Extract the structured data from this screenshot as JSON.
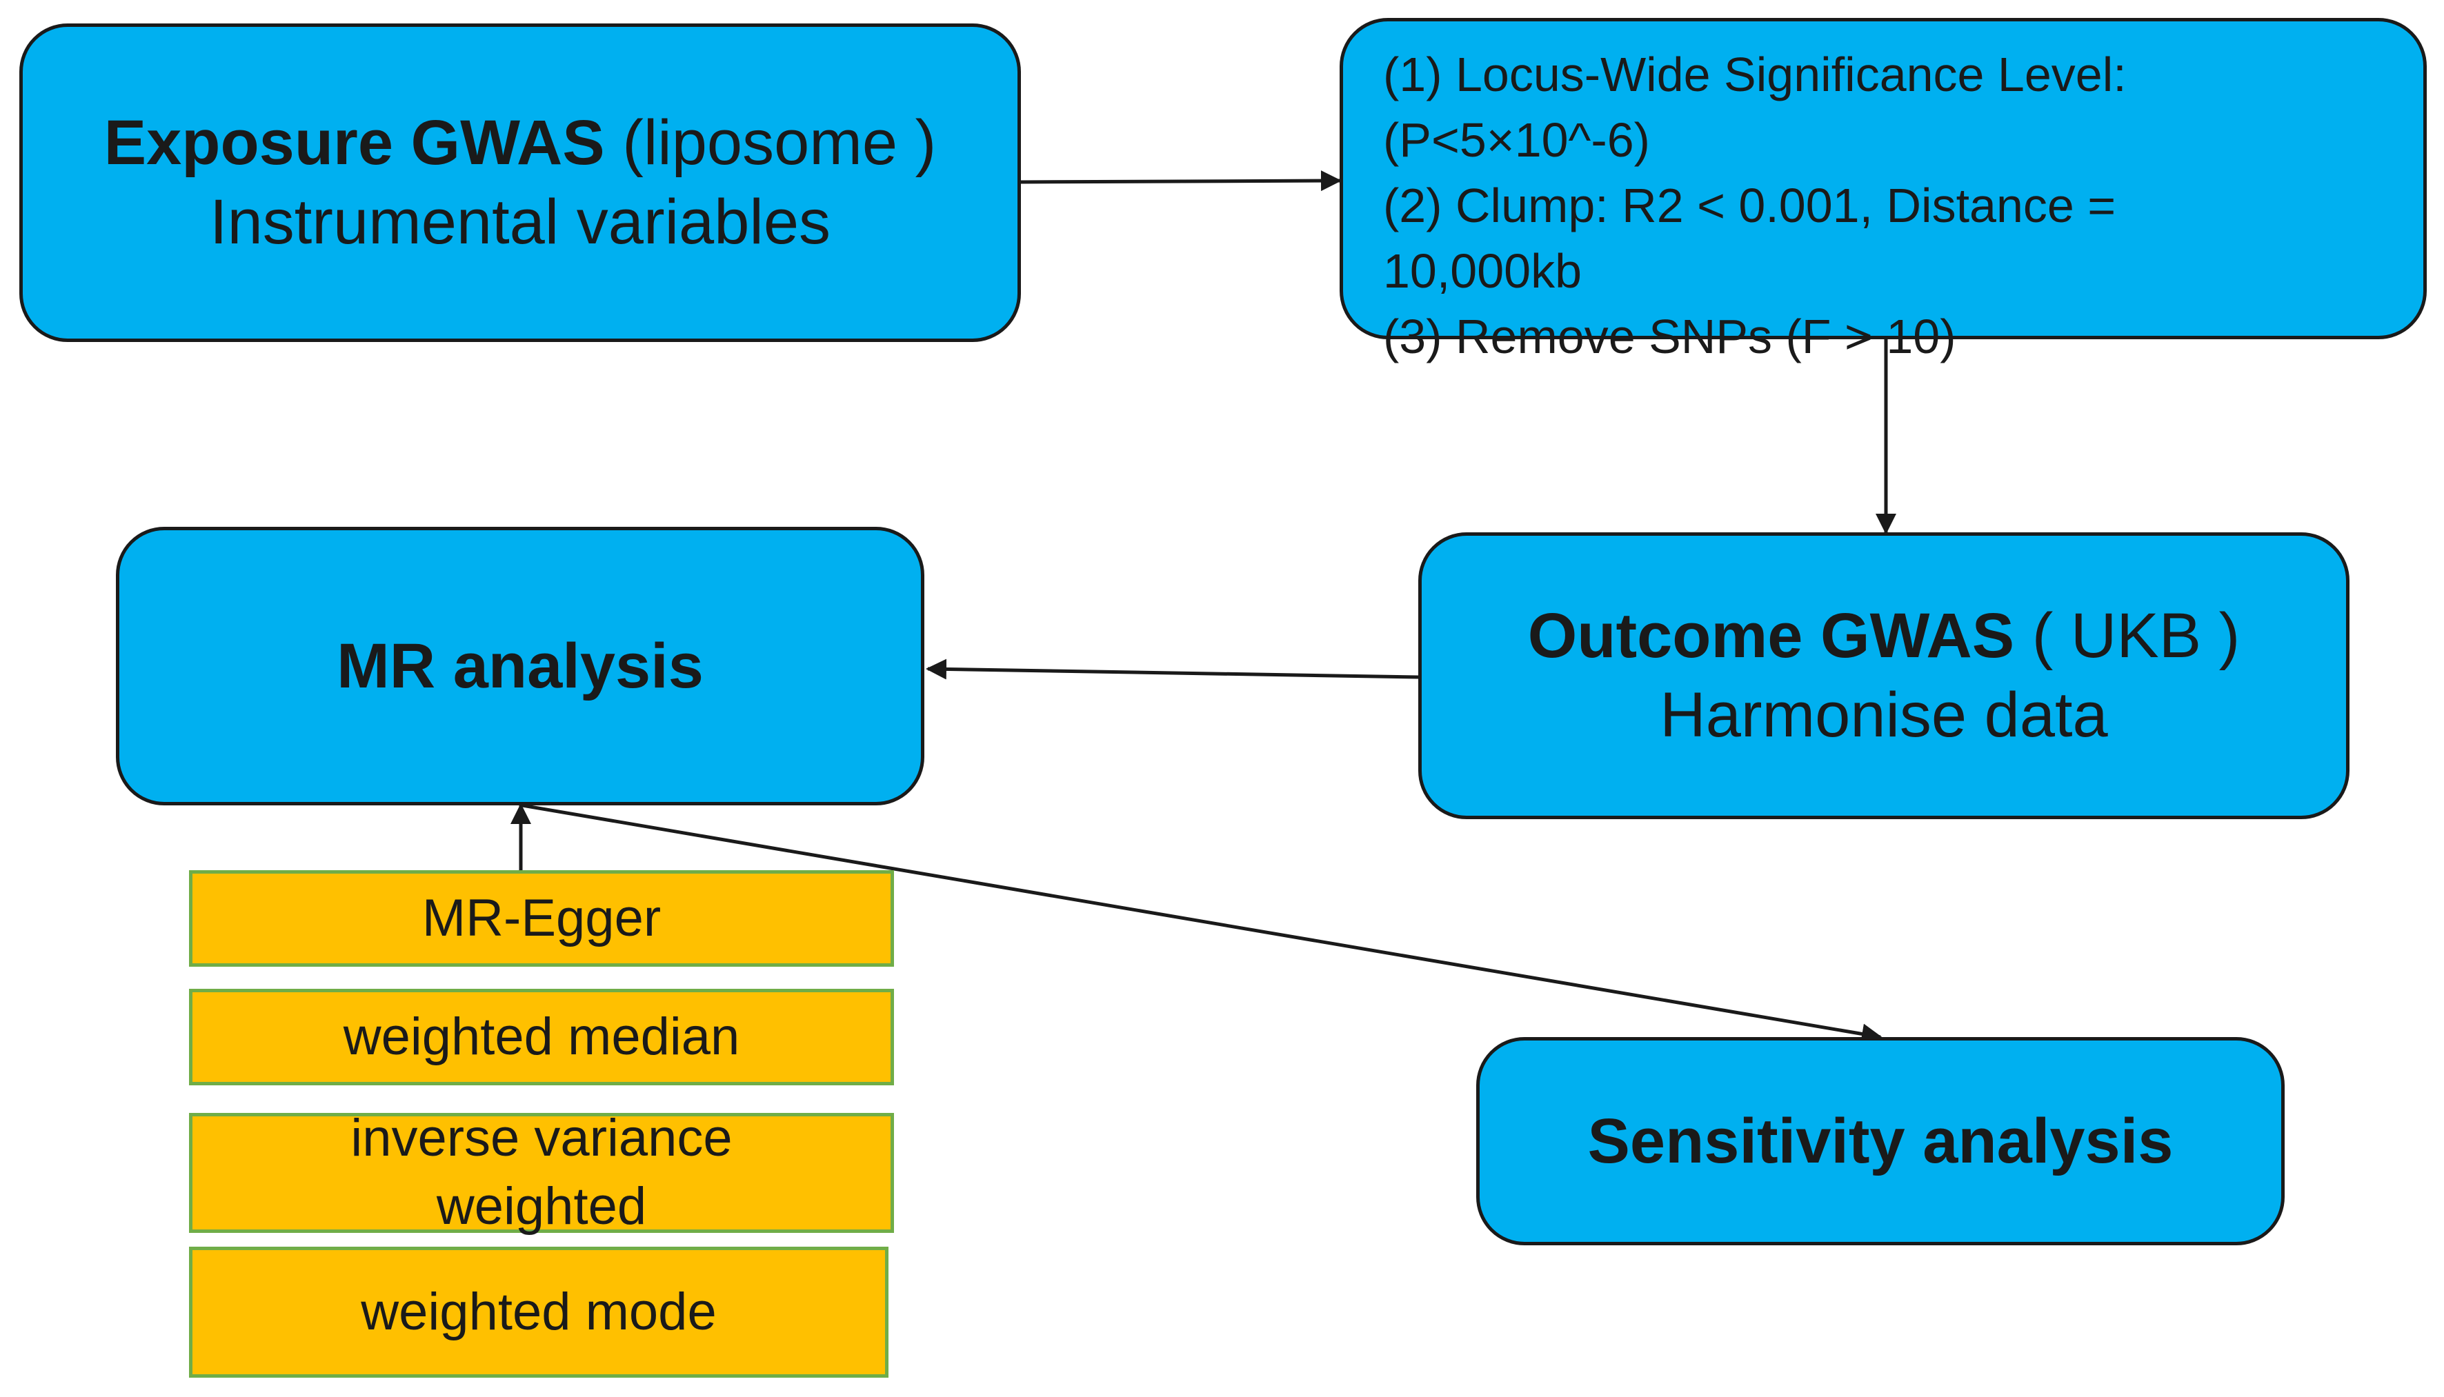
{
  "nodes": {
    "exposure": {
      "title_bold": "Exposure GWAS",
      "title_rest": " (liposome )",
      "subtitle": "Instrumental variables"
    },
    "criteria": {
      "lines": [
        "(1) Locus-Wide Significance Level:",
        "(P<5×10^-6)",
        "(2) Clump: R2 < 0.001, Distance =",
        "10,000kb",
        "(3) Remove SNPs (F > 10)"
      ]
    },
    "outcome": {
      "title_bold": "Outcome GWAS",
      "title_rest": " ( UKB )",
      "subtitle": "Harmonise data"
    },
    "mr_analysis": {
      "title": "MR analysis"
    },
    "sensitivity": {
      "title": "Sensitivity analysis"
    }
  },
  "methods": [
    {
      "label": "MR-Egger"
    },
    {
      "label": "weighted median"
    },
    {
      "label": "inverse variance",
      "label2": "weighted"
    },
    {
      "label": "weighted mode"
    }
  ],
  "colors": {
    "box_fill": "#00b0f0",
    "method_fill": "#ffc000",
    "method_border": "#70ad47",
    "outline": "#1a1a1a"
  }
}
